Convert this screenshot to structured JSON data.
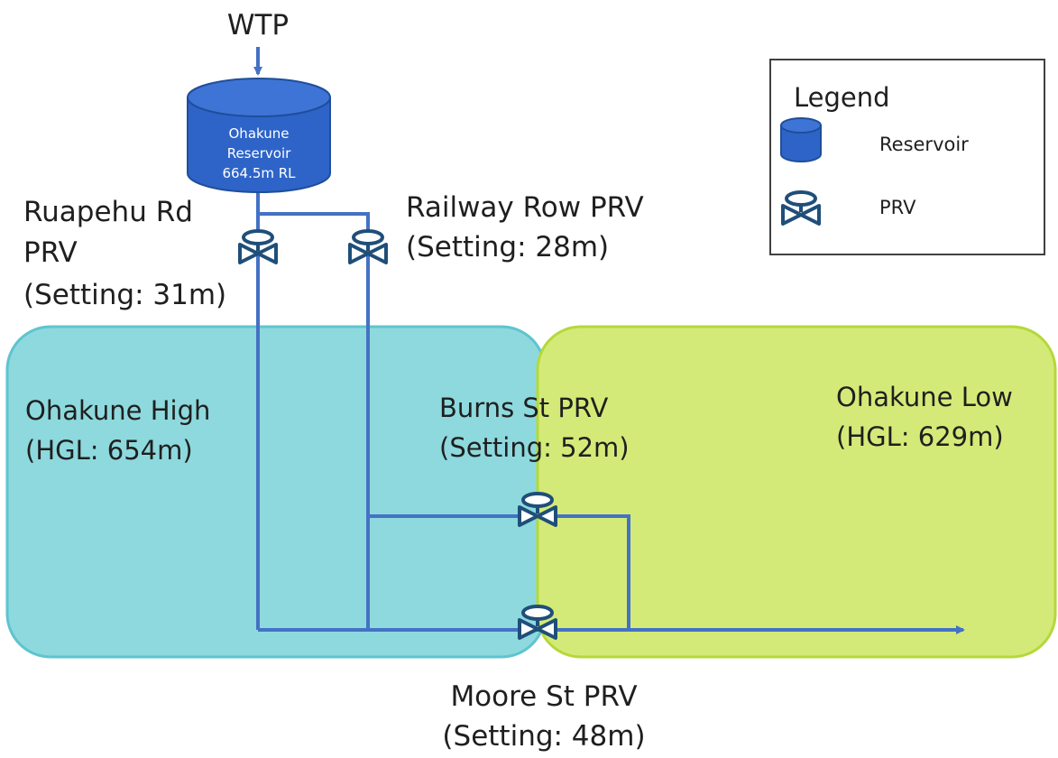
{
  "source_label": "WTP",
  "reservoir": {
    "line1": "Ohakune",
    "line2": "Reservoir",
    "line3": "664.5m RL"
  },
  "zones": {
    "high": {
      "name": "Ohakune High",
      "hgl": "(HGL: 654m)"
    },
    "low": {
      "name": "Ohakune Low",
      "hgl": "(HGL: 629m)"
    }
  },
  "prvs": {
    "ruapehu": {
      "line1": "Ruapehu Rd",
      "line2": "PRV",
      "line3": "(Setting: 31m)"
    },
    "railway": {
      "line1": "Railway Row PRV",
      "line2": "(Setting: 28m)"
    },
    "burns": {
      "line1": "Burns St PRV",
      "line2": "(Setting: 52m)"
    },
    "moore": {
      "line1": "Moore St PRV",
      "line2": "(Setting: 48m)"
    }
  },
  "legend": {
    "title": "Legend",
    "reservoir_label": "Reservoir",
    "prv_label": "PRV"
  },
  "colors": {
    "pipe": "#4472c4",
    "reservoir_fill": "#2e64c8",
    "reservoir_stroke": "#1f4e9a",
    "valve": "#1f4e79",
    "zone_high_fill": "#8dd9dd",
    "zone_high_stroke": "#5ec4cf",
    "zone_low_fill": "#d4ea78",
    "zone_low_stroke": "#b5d83a"
  }
}
